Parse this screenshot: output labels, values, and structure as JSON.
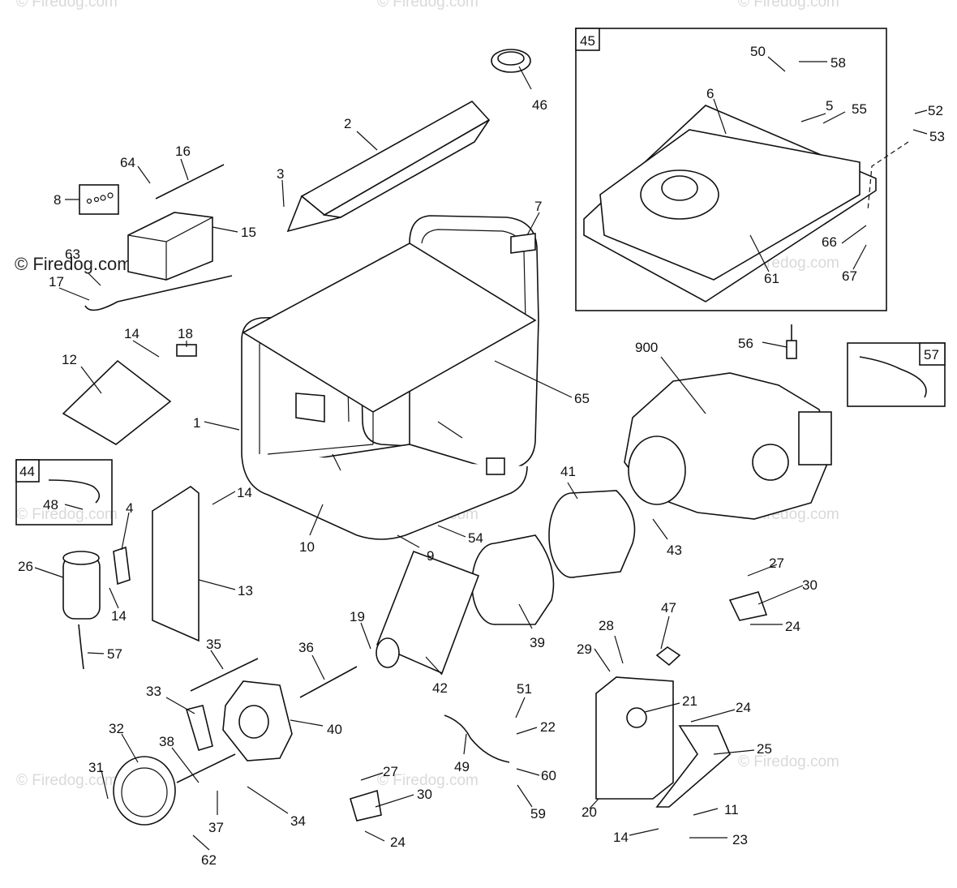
{
  "watermark": "© Firedog.com",
  "inset_boxes": [
    {
      "id": "box-45",
      "label": "45"
    },
    {
      "id": "box-57",
      "label": "57"
    },
    {
      "id": "box-44",
      "label": "44"
    },
    {
      "id": "box-8",
      "label": "8"
    }
  ],
  "parts": [
    {
      "id": "p1",
      "label": "1"
    },
    {
      "id": "p2",
      "label": "2"
    },
    {
      "id": "p3",
      "label": "3"
    },
    {
      "id": "p4",
      "label": "4"
    },
    {
      "id": "p5",
      "label": "5"
    },
    {
      "id": "p6",
      "label": "6"
    },
    {
      "id": "p7",
      "label": "7"
    },
    {
      "id": "p9",
      "label": "9"
    },
    {
      "id": "p10",
      "label": "10"
    },
    {
      "id": "p11",
      "label": "11"
    },
    {
      "id": "p12",
      "label": "12"
    },
    {
      "id": "p13",
      "label": "13"
    },
    {
      "id": "p14a",
      "label": "14"
    },
    {
      "id": "p14b",
      "label": "14"
    },
    {
      "id": "p14c",
      "label": "14"
    },
    {
      "id": "p14d",
      "label": "14"
    },
    {
      "id": "p15",
      "label": "15"
    },
    {
      "id": "p16",
      "label": "16"
    },
    {
      "id": "p17",
      "label": "17"
    },
    {
      "id": "p18",
      "label": "18"
    },
    {
      "id": "p19",
      "label": "19"
    },
    {
      "id": "p20",
      "label": "20"
    },
    {
      "id": "p21",
      "label": "21"
    },
    {
      "id": "p22",
      "label": "22"
    },
    {
      "id": "p23",
      "label": "23"
    },
    {
      "id": "p24a",
      "label": "24"
    },
    {
      "id": "p24b",
      "label": "24"
    },
    {
      "id": "p24c",
      "label": "24"
    },
    {
      "id": "p25",
      "label": "25"
    },
    {
      "id": "p26",
      "label": "26"
    },
    {
      "id": "p27a",
      "label": "27"
    },
    {
      "id": "p27b",
      "label": "27"
    },
    {
      "id": "p28",
      "label": "28"
    },
    {
      "id": "p29",
      "label": "29"
    },
    {
      "id": "p30a",
      "label": "30"
    },
    {
      "id": "p30b",
      "label": "30"
    },
    {
      "id": "p31",
      "label": "31"
    },
    {
      "id": "p32",
      "label": "32"
    },
    {
      "id": "p33",
      "label": "33"
    },
    {
      "id": "p34",
      "label": "34"
    },
    {
      "id": "p35",
      "label": "35"
    },
    {
      "id": "p36",
      "label": "36"
    },
    {
      "id": "p37",
      "label": "37"
    },
    {
      "id": "p38",
      "label": "38"
    },
    {
      "id": "p39",
      "label": "39"
    },
    {
      "id": "p40",
      "label": "40"
    },
    {
      "id": "p41",
      "label": "41"
    },
    {
      "id": "p42",
      "label": "42"
    },
    {
      "id": "p43",
      "label": "43"
    },
    {
      "id": "p46",
      "label": "46"
    },
    {
      "id": "p47",
      "label": "47"
    },
    {
      "id": "p48",
      "label": "48"
    },
    {
      "id": "p49",
      "label": "49"
    },
    {
      "id": "p50",
      "label": "50"
    },
    {
      "id": "p51",
      "label": "51"
    },
    {
      "id": "p52",
      "label": "52"
    },
    {
      "id": "p53",
      "label": "53"
    },
    {
      "id": "p54",
      "label": "54"
    },
    {
      "id": "p55",
      "label": "55"
    },
    {
      "id": "p56",
      "label": "56"
    },
    {
      "id": "p57",
      "label": "57"
    },
    {
      "id": "p58",
      "label": "58"
    },
    {
      "id": "p59",
      "label": "59"
    },
    {
      "id": "p60",
      "label": "60"
    },
    {
      "id": "p61",
      "label": "61"
    },
    {
      "id": "p62",
      "label": "62"
    },
    {
      "id": "p63",
      "label": "63"
    },
    {
      "id": "p64",
      "label": "64"
    },
    {
      "id": "p65",
      "label": "65"
    },
    {
      "id": "p66",
      "label": "66"
    },
    {
      "id": "p67",
      "label": "67"
    },
    {
      "id": "p900",
      "label": "900"
    }
  ]
}
